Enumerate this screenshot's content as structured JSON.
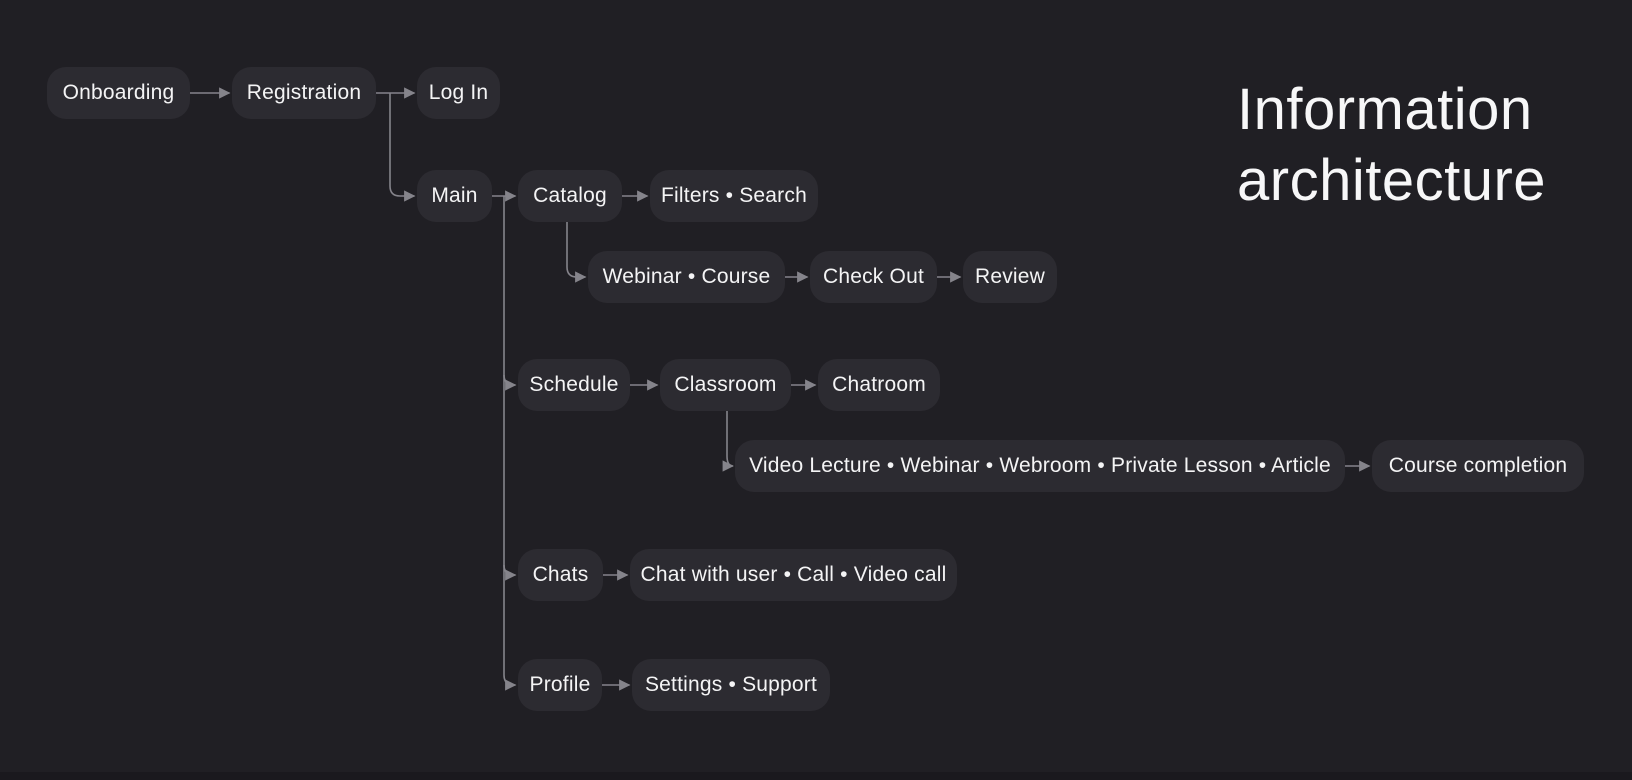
{
  "title": {
    "line1": "Information",
    "line2": "architecture"
  },
  "colors": {
    "background": "#201F24",
    "node_fill": "#2C2B31",
    "node_text": "#F4F4F5",
    "connector": "#85848B",
    "title_text": "#F7F7F8"
  },
  "nodes": {
    "onboarding": {
      "label": "Onboarding"
    },
    "registration": {
      "label": "Registration"
    },
    "login": {
      "label": "Log In"
    },
    "main": {
      "label": "Main"
    },
    "catalog": {
      "label": "Catalog"
    },
    "filters_search": {
      "label": "Filters • Search"
    },
    "webinar_course": {
      "label": "Webinar • Course"
    },
    "check_out": {
      "label": "Check Out"
    },
    "review": {
      "label": "Review"
    },
    "schedule": {
      "label": "Schedule"
    },
    "classroom": {
      "label": "Classroom"
    },
    "chatroom": {
      "label": "Chatroom"
    },
    "video_lecture_group": {
      "label": "Video Lecture • Webinar • Webroom • Private Lesson • Article"
    },
    "course_completion": {
      "label": "Course completion"
    },
    "chats": {
      "label": "Chats"
    },
    "chat_with_user_group": {
      "label": "Chat with user • Call • Video call"
    },
    "profile": {
      "label": "Profile"
    },
    "settings_support": {
      "label": "Settings • Support"
    }
  },
  "edges": [
    {
      "from": "Onboarding",
      "to": "Registration"
    },
    {
      "from": "Registration",
      "to": "Log In"
    },
    {
      "from": "Registration",
      "to": "Main"
    },
    {
      "from": "Main",
      "to": "Catalog"
    },
    {
      "from": "Catalog",
      "to": "Filters • Search"
    },
    {
      "from": "Catalog",
      "to": "Webinar • Course"
    },
    {
      "from": "Webinar • Course",
      "to": "Check Out"
    },
    {
      "from": "Check Out",
      "to": "Review"
    },
    {
      "from": "Main",
      "to": "Schedule"
    },
    {
      "from": "Schedule",
      "to": "Classroom"
    },
    {
      "from": "Classroom",
      "to": "Chatroom"
    },
    {
      "from": "Classroom",
      "to": "Video Lecture • Webinar • Webroom • Private Lesson • Article"
    },
    {
      "from": "Video Lecture • Webinar • Webroom • Private Lesson • Article",
      "to": "Course completion"
    },
    {
      "from": "Main",
      "to": "Chats"
    },
    {
      "from": "Chats",
      "to": "Chat with user • Call • Video call"
    },
    {
      "from": "Main",
      "to": "Profile"
    },
    {
      "from": "Profile",
      "to": "Settings • Support"
    }
  ]
}
